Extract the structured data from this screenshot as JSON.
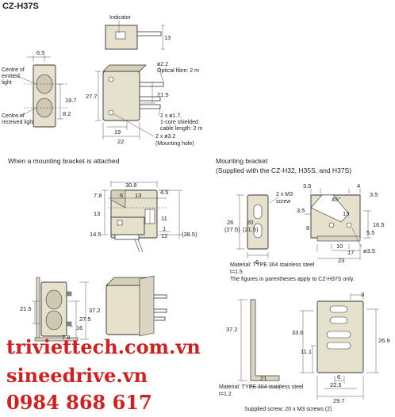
{
  "model": "CZ-H37S",
  "sensor_labels": {
    "indicator": "Indicator",
    "centre_emitted_1": "Centre of",
    "centre_emitted_2": "emitted",
    "centre_emitted_3": "light",
    "centre_received_1": "Centre of",
    "centre_received_2": "received light",
    "optical_fibre_1": "ø2.2",
    "optical_fibre_2": "Optical fibre: 2 m",
    "cable_1": "2 x ø1.7,",
    "cable_2": "1-core shielded",
    "cable_3": "cable length: 2 m",
    "hole_1": "2 x ø3.2",
    "hole_2": "(Mounting hole)"
  },
  "sensor_dims": {
    "d13": "13",
    "d6_5": "6.5",
    "d19_7": "19.7",
    "d8_2": "8.2",
    "d27_7": "27.7",
    "d21_5": "21.5",
    "d19": "19",
    "d22": "22"
  },
  "section_attached": {
    "title": "When a mounting bracket is attached",
    "d30_8": "30.8",
    "d7_8": "7.8",
    "d6": "6",
    "d13": "13",
    "d4_5": "4.5",
    "d13_l": "13",
    "d11": "11",
    "d14_5": "14.5",
    "d1": "1",
    "d12": "12",
    "d38_5": "(38.5)",
    "d21_5": "21.5",
    "d37_2": "37.2",
    "d27_5": "27.5",
    "d16": "16",
    "d7_8_b": "7.8"
  },
  "section_bracket": {
    "title_1": "Mounting bracket",
    "title_2": "(Supplied with the CZ-H32, H35S, and H37S)",
    "screw_1": "2 x M3",
    "screw_2": "screw",
    "d3_5a": "3.5",
    "d4": "4",
    "d3_5b": "3.5",
    "d45": "45°",
    "d13": "13",
    "d3_5c": "3.5",
    "d16_5": "16.5",
    "d5_5": "5.5",
    "d26": "26",
    "d27_5": "(27.5)",
    "d20": "20",
    "d21_5": "(21.5)",
    "d6": "6",
    "d8": "8",
    "d10": "10",
    "d17": "17",
    "d23": "23",
    "d3_5h": "ø3.5",
    "material_1": "Material: TYPE 304 stainless steel",
    "material_2": "t=1.5",
    "material_3": "The figures in parentheses apply to CZ-H37S only."
  },
  "section_bracket2": {
    "d3": "3",
    "d37_2": "37.2",
    "d33_6": "33.6",
    "d26_9": "26.9",
    "d11_1": "11.1",
    "d21": "21",
    "d6": "6",
    "d22_5": "22.5",
    "d29_7": "29.7",
    "material_1": "Material: TYPE 304 stainless steel",
    "material_2": "t=1.2",
    "screw_note": "Supplied screw: 20 x M3 screws (2)"
  },
  "watermarks": {
    "line1": "triviettech.com.vn",
    "line2": "sineedrive.vn",
    "line3": "0984 868 617"
  },
  "colors": {
    "part_fill": "#e6e1cd",
    "watermark": "#d21f1f"
  }
}
